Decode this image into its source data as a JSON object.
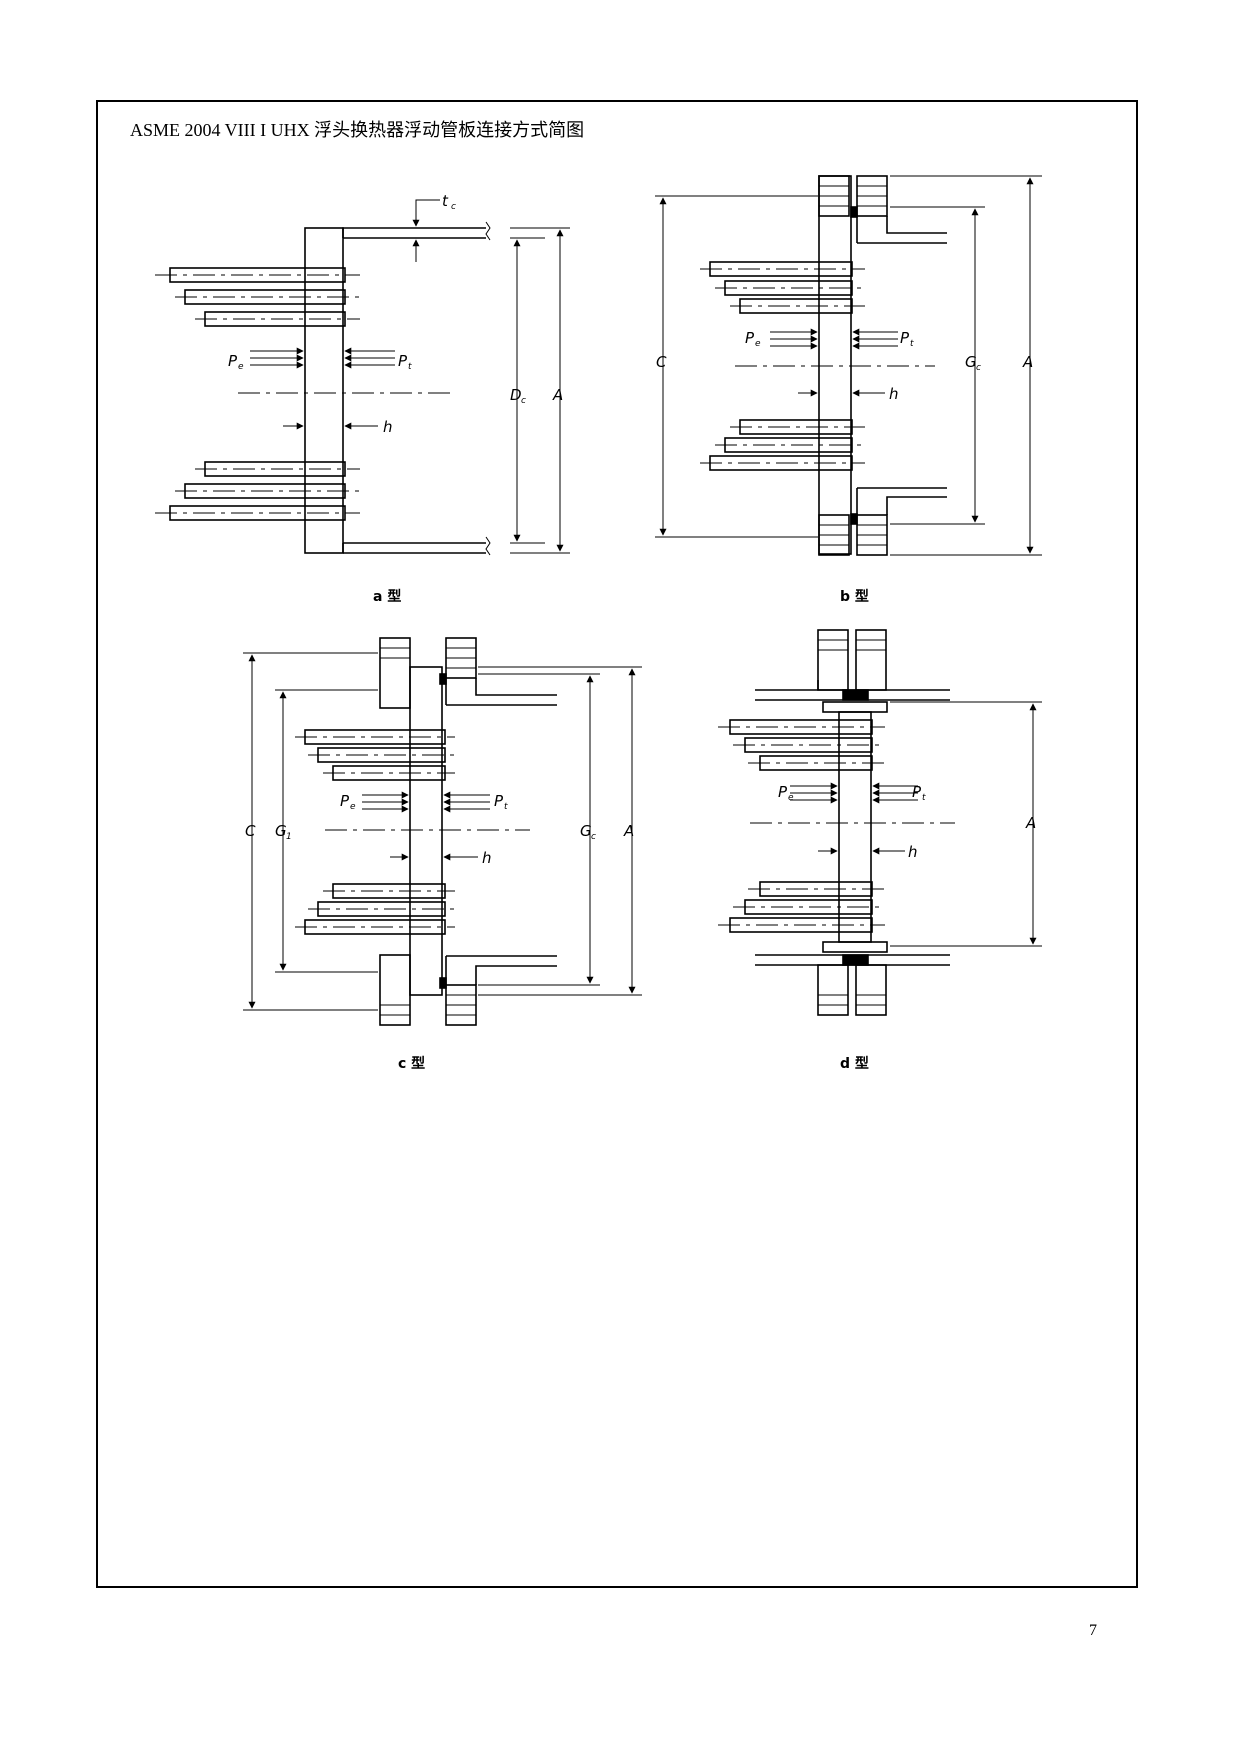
{
  "header": {
    "title": "ASME 2004 VIII I UHX  浮头换热器浮动管板连接方式简图"
  },
  "page_number": "7",
  "figures": {
    "a": {
      "caption": "a 型",
      "labels": {
        "t": "t",
        "t_sub": "c",
        "D": "D",
        "D_sub": "c",
        "A": "A",
        "P": "P",
        "Pe_sub": "e",
        "Pt_sub": "t",
        "h": "h"
      }
    },
    "b": {
      "caption": "b 型",
      "labels": {
        "C": "C",
        "G": "G",
        "G_sub": "c",
        "A": "A",
        "P": "P",
        "Pe_sub": "e",
        "Pt_sub": "t",
        "h": "h"
      }
    },
    "c": {
      "caption": "c 型",
      "labels": {
        "C": "C",
        "G1": "G",
        "G1_sub": "1",
        "G": "G",
        "G_sub": "c",
        "A": "A",
        "P": "P",
        "Pe_sub": "e",
        "Pt_sub": "t",
        "h": "h"
      }
    },
    "d": {
      "caption": "d 型",
      "labels": {
        "A": "A",
        "P": "P",
        "Pe_sub": "e",
        "Pt_sub": "t",
        "h": "h"
      }
    }
  }
}
